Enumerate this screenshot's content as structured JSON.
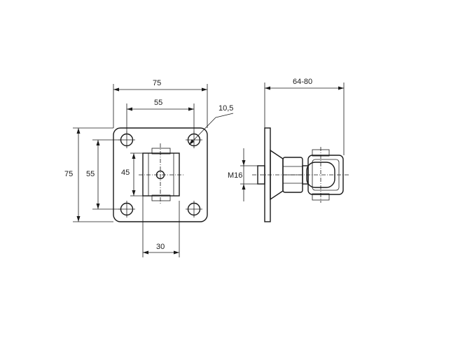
{
  "front_view": {
    "overall_width": "75",
    "hole_spacing_width": "55",
    "hole_diameter": "10,5",
    "overall_height": "75",
    "hole_spacing_height": "55",
    "bracket_height": "45",
    "bracket_width": "30"
  },
  "side_view": {
    "adjustable_length": "64-80",
    "thread_size": "M16"
  }
}
